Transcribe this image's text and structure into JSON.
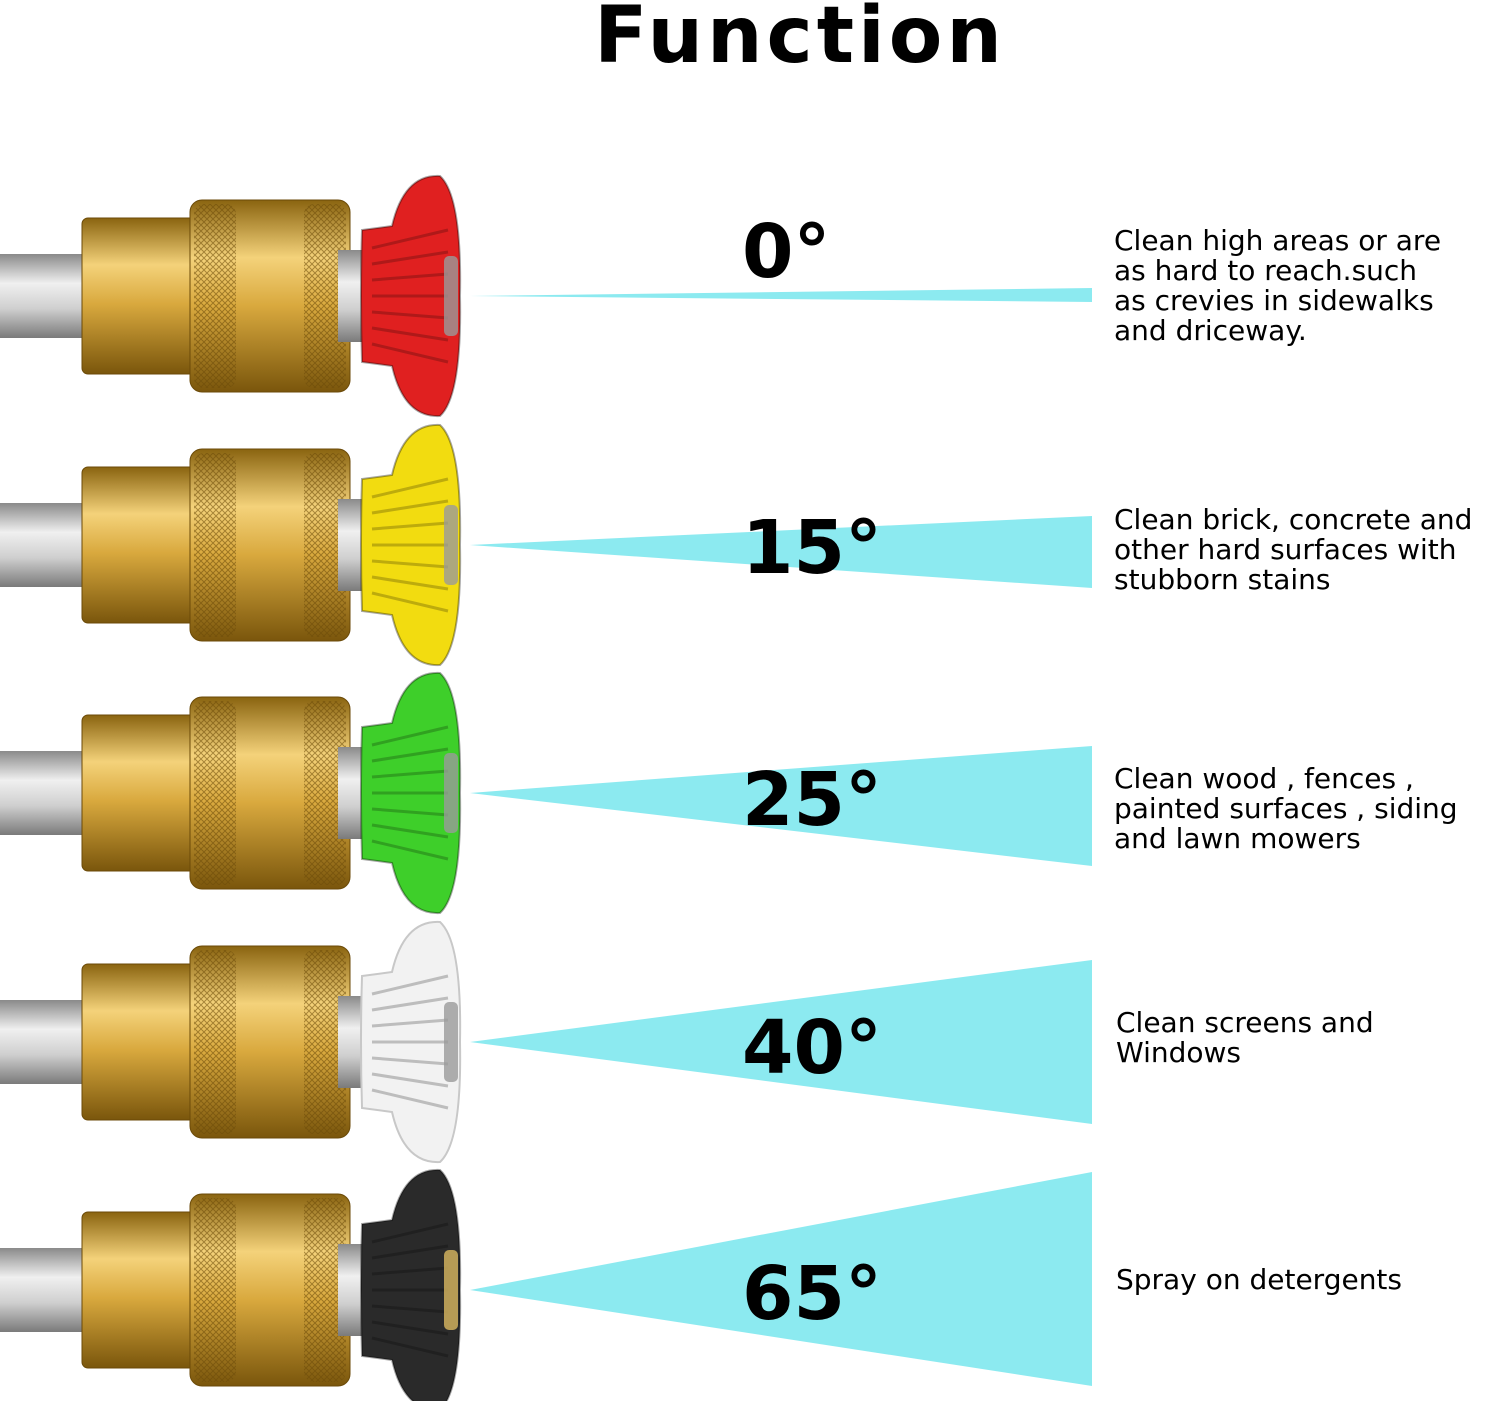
{
  "title": "Function",
  "colors": {
    "spray": "#7fe8ee",
    "brass": "#c99a2e",
    "steel": "#b8b8b8"
  },
  "nozzles": [
    {
      "angle": "0°",
      "color": "red-tip",
      "hex": "#e02020",
      "description": "Clean high areas or are\nas hard to reach.such\nas crevies in sidewalks\nand driceway."
    },
    {
      "angle": "15°",
      "color": "yellow-tip",
      "hex": "#f2dc10",
      "description": "Clean brick, concrete and\nother hard surfaces with\nstubborn stains"
    },
    {
      "angle": "25°",
      "color": "green-tip",
      "hex": "#3ecf2a",
      "description": "Clean wood , fences ,\npainted surfaces , siding\nand lawn mowers"
    },
    {
      "angle": "40°",
      "color": "white-tip",
      "hex": "#f2f2f2",
      "description": "Clean screens and\nWindows"
    },
    {
      "angle": "65°",
      "color": "black-tip",
      "hex": "#2a2a2a",
      "description": "Spray on detergents"
    }
  ]
}
